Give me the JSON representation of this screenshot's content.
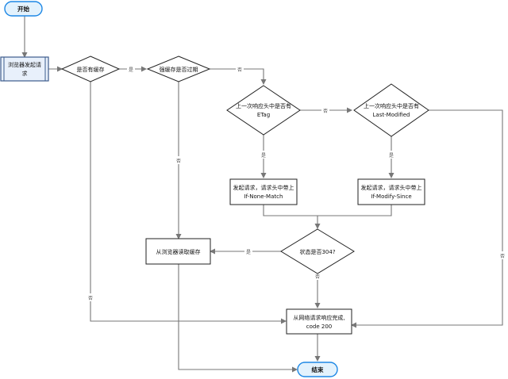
{
  "nodes": {
    "start": "开始",
    "browser_request": [
      "浏览器发起请",
      "求"
    ],
    "has_cache": "是否有缓存",
    "strong_cache_expired": "强缓存是否过期",
    "etag_check": [
      "上一次响应头中是否有",
      "ETag"
    ],
    "last_modified_check": [
      "上一次响应头中是否有",
      "Last-Modified"
    ],
    "if_none_match": [
      "发起请求，请求头中带上",
      "If-None-Match"
    ],
    "if_modify_since": [
      "发起请求，请求头中带上",
      "If-Modify-Since"
    ],
    "status_304": "状态是否304?",
    "read_browser_cache": "从浏览器读取缓存",
    "network_response": [
      "从网络请求响应完成,",
      "code 200"
    ],
    "end": "结束"
  },
  "edge_labels": {
    "yes": "是",
    "no": "否"
  },
  "colors": {
    "start_end_fill": "#e3f2fd",
    "start_end_stroke": "#1e88e5",
    "request_fill": "#e8f0fb",
    "request_stroke": "#3c5b8c",
    "shape_stroke": "#222222",
    "edge": "#777777"
  }
}
